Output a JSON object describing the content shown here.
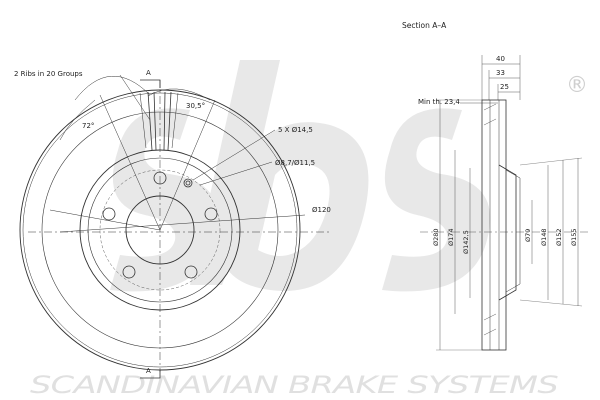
{
  "watermark": {
    "logo_text": "sbs",
    "registered_mark": "®",
    "brand_line": "SCANDINAVIAN BRAKE SYSTEMS"
  },
  "front_view": {
    "ribs_label": "2 Ribs in 20 Groups",
    "section_marker_top": "A",
    "section_marker_bottom": "A",
    "angle_72": "72°",
    "angle_30_5": "30,5°",
    "holes_label": "5 X Ø14,5",
    "small_holes_label": "Ø8,7/Ø11,5",
    "pcd_label": "Ø120"
  },
  "section_view": {
    "title": "Section A–A",
    "dim_40": "40",
    "dim_33": "33",
    "dim_25": "25",
    "min_th": "Min th. 23,4",
    "d280": "Ø280",
    "d174": "Ø174",
    "d142_5": "Ø142,5",
    "d79": "Ø79",
    "d148": "Ø148",
    "d152": "Ø152",
    "d155": "Ø155"
  },
  "colors": {
    "line": "#333333",
    "watermark": "#e4e4e4"
  }
}
